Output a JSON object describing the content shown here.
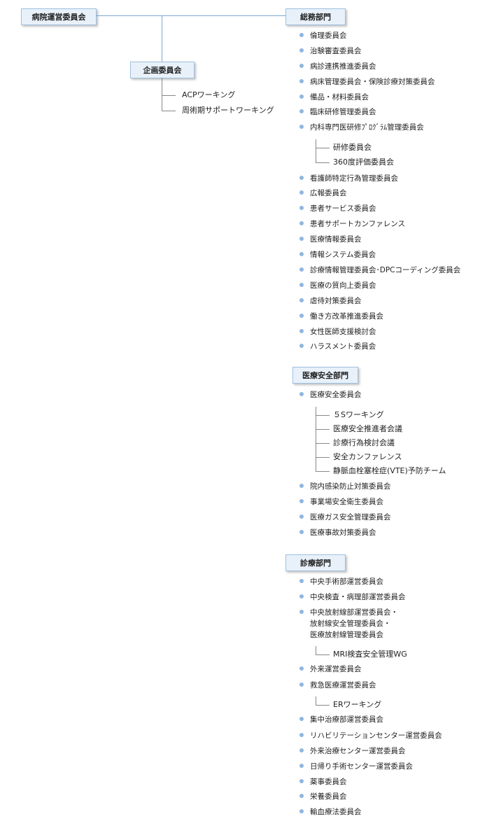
{
  "boxes": {
    "hospital": "病院運営委員会",
    "planning": "企画委員会",
    "general": "総務部門",
    "safety": "医療安全部門",
    "clinical": "診療部門"
  },
  "planning_working": [
    "ACPワーキング",
    "周術期サポートワーキング"
  ],
  "general_items": [
    "倫理委員会",
    "治験審査委員会",
    "病診連携推進委員会",
    "病床管理委員会・保険診療対策委員会",
    "備品・材料委員会",
    "臨床研修管理委員会",
    "内科専門医研修ﾌﾟﾛｸﾞﾗﾑ管理委員会"
  ],
  "general_sub": [
    "研修委員会",
    "360度評価委員会"
  ],
  "general_items2": [
    "看護師特定行為管理委員会",
    "広報委員会",
    "患者サービス委員会",
    "患者サポートカンファレンス",
    "医療情報委員会",
    "情報システム委員会",
    "診療情報管理委員会･DPCコーディング委員会",
    "医療の質向上委員会",
    "虐待対策委員会",
    "働き方改革推進委員会",
    "女性医師支援検討会",
    "ハラスメント委員会"
  ],
  "safety_items": [
    "医療安全委員会"
  ],
  "safety_sub": [
    "５Sワーキング",
    "医療安全推進者会議",
    "診療行為検討会議",
    "安全カンファレンス",
    "静脈血栓塞栓症(VTE)予防チーム"
  ],
  "safety_items2": [
    "院内感染防止対策委員会",
    "事業場安全衛生委員会",
    "医療ガス安全管理委員会",
    "医療事故対策委員会"
  ],
  "clinical_items": [
    "中央手術部運営委員会",
    "中央検査・病理部運営委員会"
  ],
  "clinical_multi": [
    "中央放射線部運営委員会・",
    "放射線安全管理委員会・",
    "医療放射線管理委員会"
  ],
  "clinical_sub1": [
    "MRI検査安全管理WG"
  ],
  "clinical_items2": [
    "外来運営委員会",
    "救急医療運営委員会"
  ],
  "clinical_sub2": [
    "ERワーキング"
  ],
  "clinical_items3": [
    "集中治療部運営委員会",
    "リハビリテーションセンター運営委員会",
    "外来治療センター運営委員会",
    "日帰り手術センター運営委員会",
    "薬事委員会",
    "栄養委員会",
    "輸血療法委員会"
  ],
  "colors": {
    "box_bg": "#e8f1fa",
    "box_border": "#9fc1e0",
    "connector": "#7aa7d2",
    "bullet": "#8fb6df"
  }
}
